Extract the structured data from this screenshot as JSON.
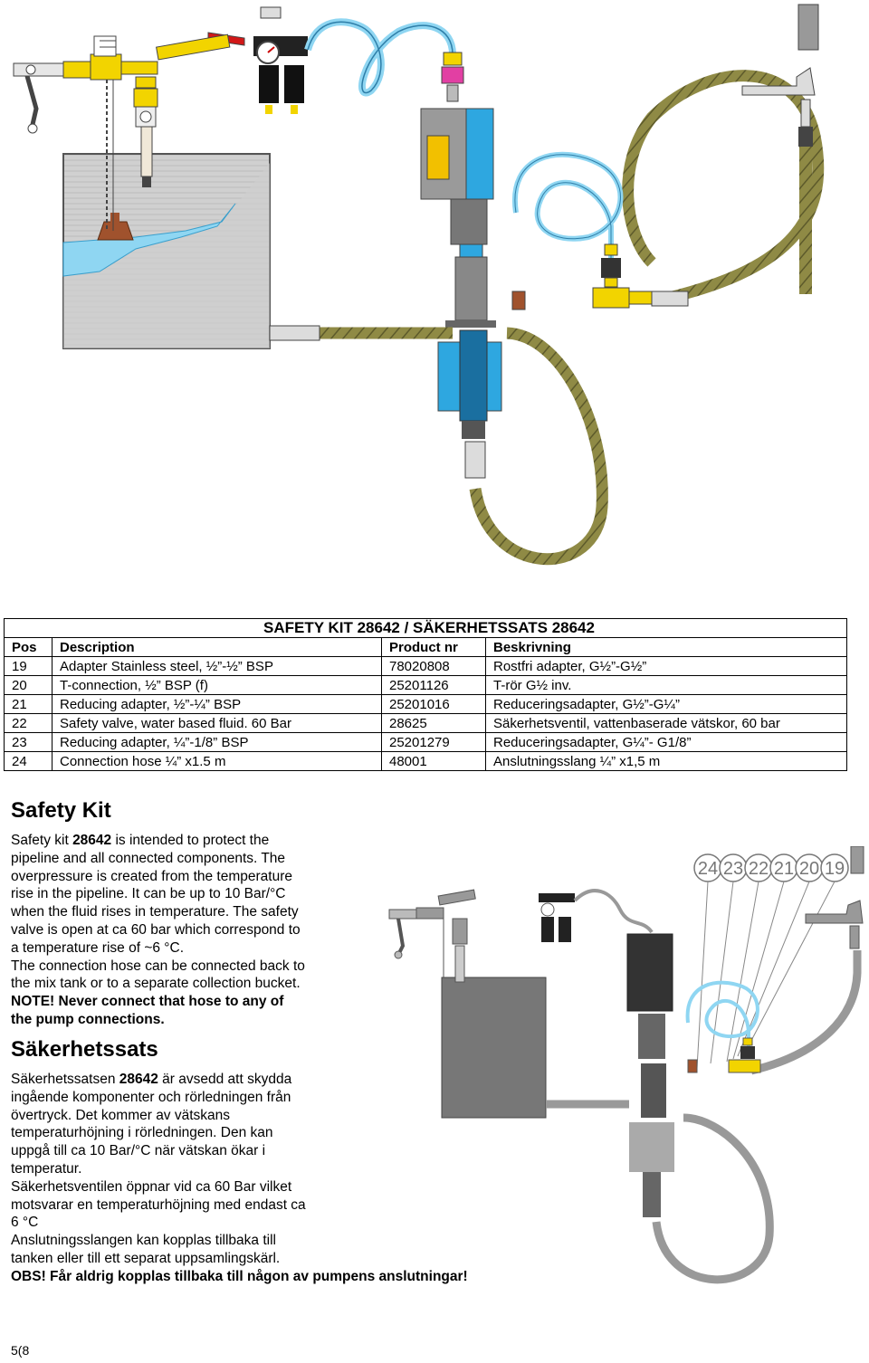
{
  "table": {
    "title": "SAFETY KIT 28642     /     SÄKERHETSSATS 28642",
    "headers": [
      "Pos",
      "Description",
      "Product nr",
      "Beskrivning"
    ],
    "rows": [
      [
        "19",
        "Adapter Stainless steel, ½”-½” BSP",
        "78020808",
        "Rostfri adapter, G½”-G½”"
      ],
      [
        "20",
        "T-connection, ½” BSP (f)",
        "25201126",
        "T-rör G½ inv."
      ],
      [
        "21",
        "Reducing adapter, ½”-¼” BSP",
        "25201016",
        "Reduceringsadapter, G½”-G¼”"
      ],
      [
        "22",
        "Safety valve, water based fluid. 60 Bar",
        "28625",
        "Säkerhetsventil, vattenbaserade vätskor, 60 bar"
      ],
      [
        "23",
        "Reducing adapter, ¼”-1/8” BSP",
        "25201279",
        "Reduceringsadapter, G¼”- G1/8”"
      ],
      [
        "24",
        "Connection hose ¼” x1.5 m",
        "48001",
        "Anslutningsslang ¼” x1,5 m"
      ]
    ]
  },
  "english": {
    "heading": "Safety Kit",
    "l1a": "Safety kit ",
    "l1b": "28642",
    "l1c": " is intended to protect the",
    "l2": "pipeline and all connected components. The",
    "l3": "overpressure is created from the temperature",
    "l4": "rise in the pipeline. It can be up to 10 Bar/°C",
    "l5": "when the fluid rises in temperature. The safety",
    "l6": "valve is open at ca 60 bar which correspond to",
    "l7": "a temperature rise of ~6 °C.",
    "l8": "The connection hose can be connected back to",
    "l9": "the mix tank or to a separate collection bucket.",
    "l10": "NOTE! Never connect that hose to any of",
    "l11": "the pump connections."
  },
  "swedish": {
    "heading": "Säkerhetssats",
    "l1a": "Säkerhetssatsen ",
    "l1b": "28642",
    "l1c": " är avsedd att skydda",
    "l2": "ingående komponenter och rörledningen från",
    "l3": "övertryck. Det kommer av vätskans",
    "l4": "temperaturhöjning i rörledningen. Den kan",
    "l5": "uppgå till ca 10 Bar/°C när vätskan ökar i",
    "l6": "temperatur.",
    "l7": "Säkerhetsventilen öppnar vid ca 60 Bar vilket",
    "l8": "motsvarar en temperaturhöjning med endast ca",
    "l9": "6 °C",
    "l10": "Anslutningsslangen kan kopplas tillbaka till",
    "l11": "tanken eller till ett separat uppsamlingskärl.",
    "l12": "OBS! Får aldrig kopplas tillbaka till någon av pumpens anslutningar!"
  },
  "callouts": [
    "24",
    "23",
    "22",
    "21",
    "20",
    "19"
  ],
  "page_number": "5(8",
  "colors": {
    "hose_green": "#8f8a45",
    "pump_blue": "#2ea7e0",
    "fitting_yellow": "#f2d400",
    "tank_gray": "#c8c8c8",
    "water_blue": "#8fd6f2"
  }
}
